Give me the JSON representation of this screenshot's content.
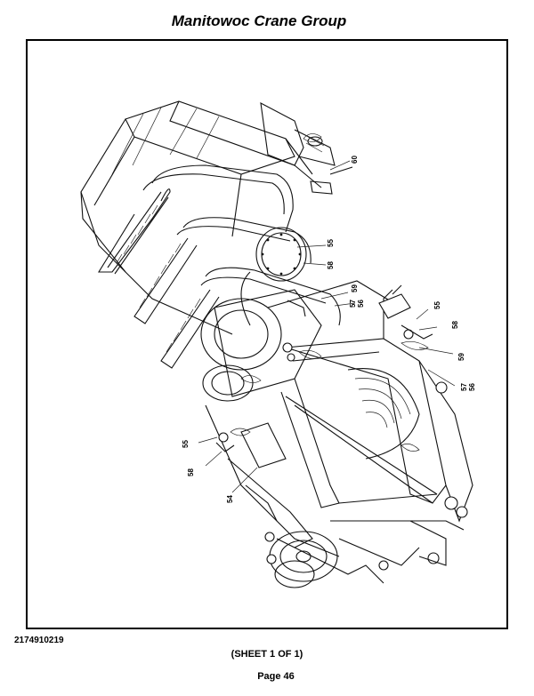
{
  "header": {
    "title": "Manitowoc Crane Group"
  },
  "footer": {
    "doc_number": "2174910219",
    "sheet": "(SHEET 1 OF 1)",
    "page": "Page 46"
  },
  "diagram": {
    "callouts": {
      "c60": "60",
      "c55a": "55",
      "c58a": "58",
      "c59a": "59",
      "c57a": "57",
      "c56a": "56",
      "c55b": "55",
      "c58b": "58",
      "c59b": "59",
      "c57b": "57",
      "c56b": "56",
      "c55c": "55",
      "c58c": "58",
      "c54": "54"
    }
  }
}
